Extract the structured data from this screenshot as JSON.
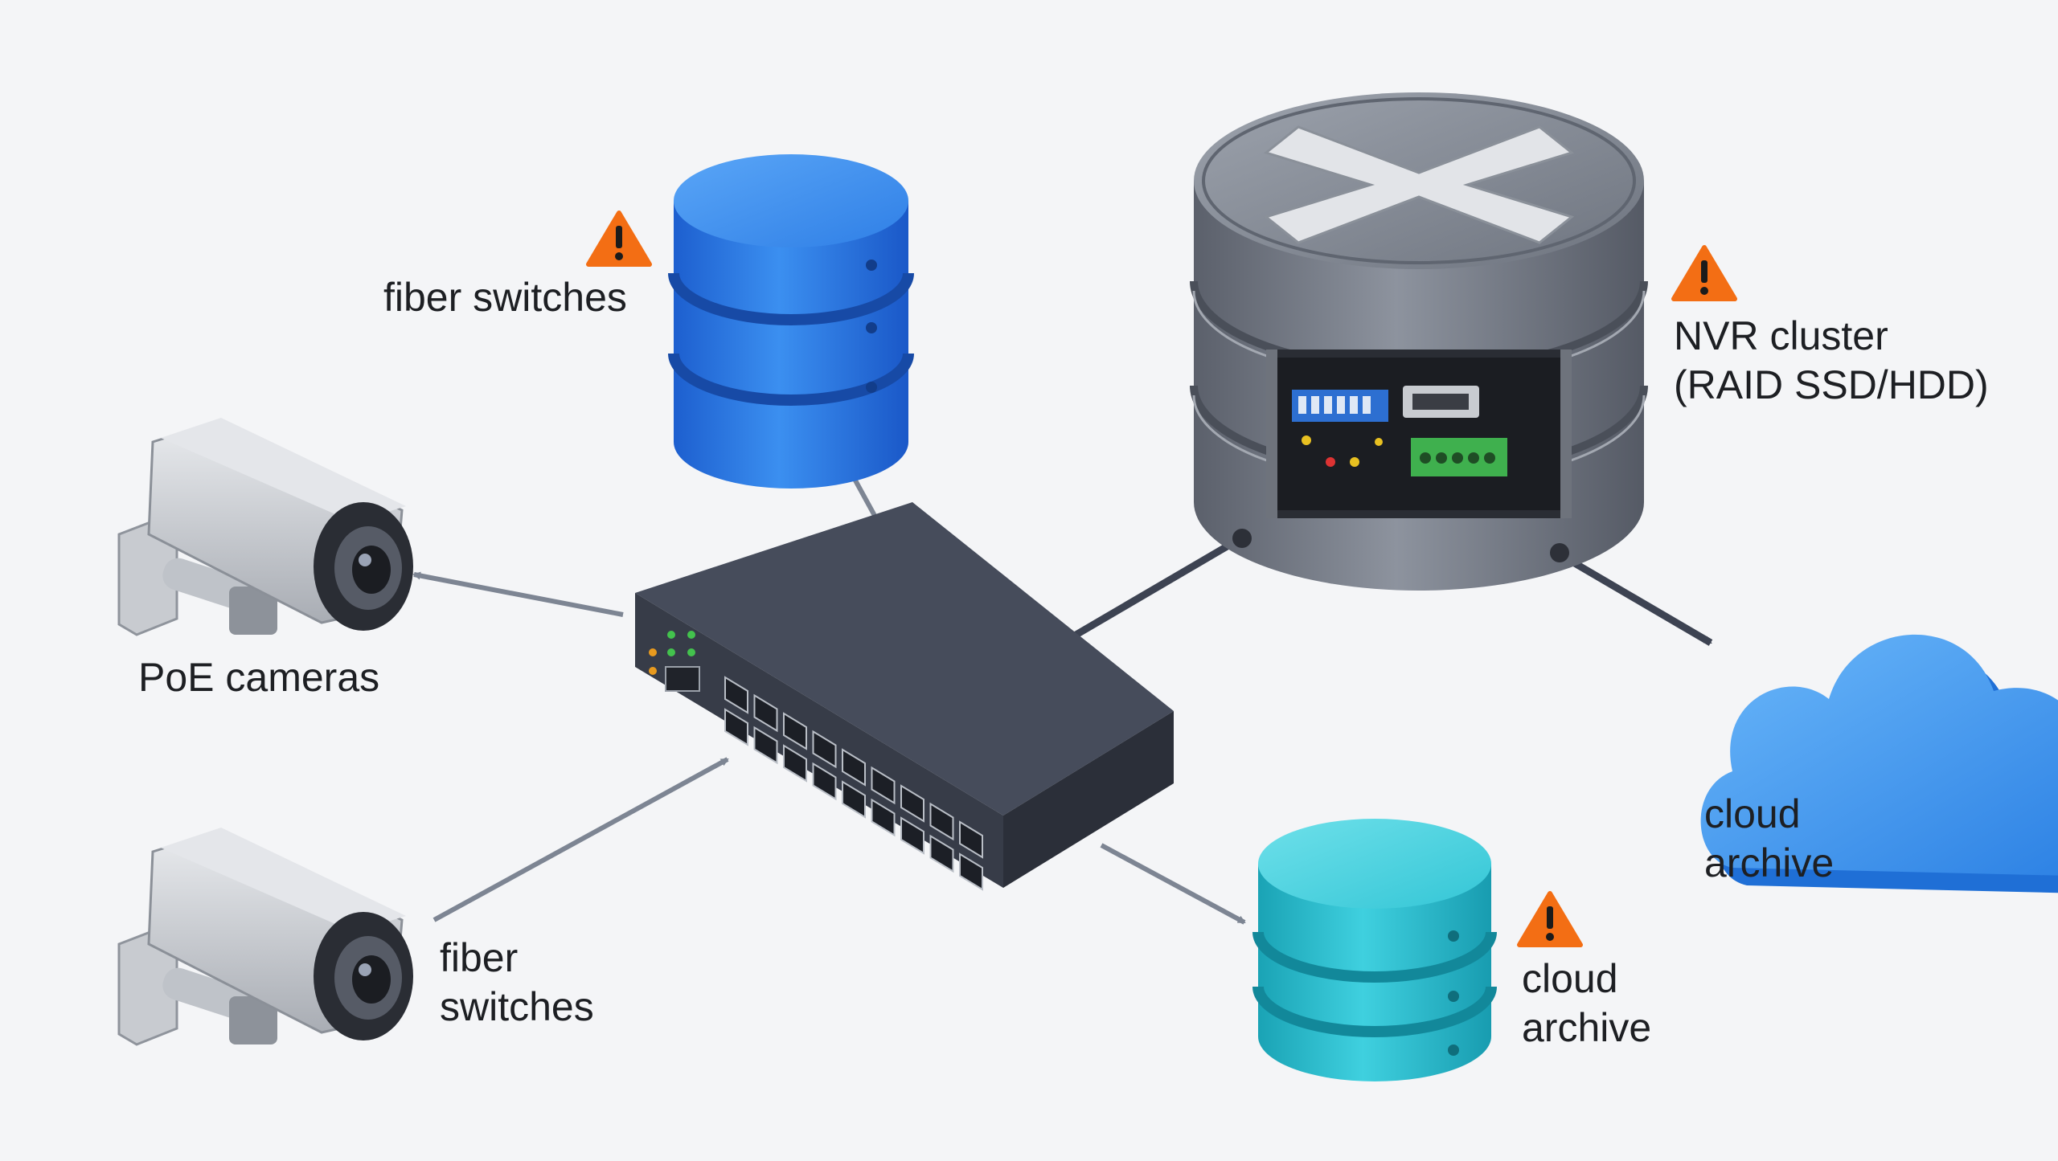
{
  "labels": {
    "fiber_top": [
      "fiber switches"
    ],
    "nvr": [
      "NVR cluster",
      "(RAID SSD/HDD)"
    ],
    "poe": [
      "PoE cameras"
    ],
    "fiber_bottom": [
      "fiber",
      "switches"
    ],
    "cloud_right": [
      "cloud",
      "archive"
    ],
    "cloud_bottom": [
      "cloud",
      "archive"
    ]
  },
  "icons": [
    "database-icon",
    "nvr-server-icon",
    "security-camera-icon",
    "network-switch-icon",
    "cloud-icon",
    "warning-icon"
  ],
  "colors": {
    "blue_db": "#2f7fe6",
    "teal_db": "#2fc3d4",
    "cloud": "#3d9cf0",
    "nvr": "#767c88",
    "switch": "#3c4250",
    "arrow": "#7d8593",
    "arrow_dark": "#3d4352",
    "warning": "#f36e14"
  }
}
